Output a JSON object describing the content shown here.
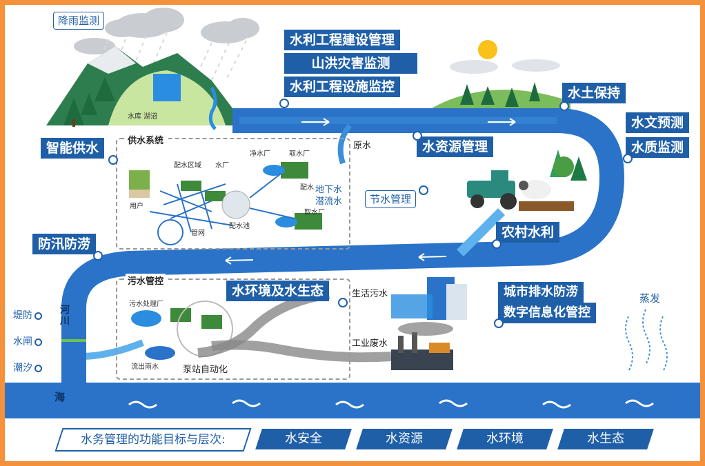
{
  "rain_monitor": "降雨监测",
  "reservoir": "水库 湖沼",
  "tags_top": [
    "水利工程建设管理",
    "山洪灾害监测",
    "水利工程设施监控"
  ],
  "soil": "水土保持",
  "hydro": "水文预测",
  "quality": "水质监测",
  "smart_supply": "智能供水",
  "water_resource": "水资源管理",
  "save_water": "节水管理",
  "rural": "农村水利",
  "flood": "防汛防涝",
  "eco": "水环境及水生态",
  "urban": [
    "城市排水防涝",
    "数字信息化管控"
  ],
  "evaporation": "蒸发",
  "raw_water": "原水",
  "groundwater": [
    "地下水",
    "潜流水"
  ],
  "supply_box": {
    "title": "供水系统",
    "labels": [
      "配水区域",
      "水厂",
      "净水厂",
      "取水厂",
      "配水",
      "用户",
      "管网",
      "配水池",
      "取水厂"
    ]
  },
  "sewage_box": {
    "title": "污水管控",
    "labels": [
      "污水处理厂",
      "流出雨水",
      "泵站自动化"
    ]
  },
  "domestic_sewage": "生活污水",
  "industrial_waste": "工业废水",
  "river": "河川",
  "sea": "海",
  "side_items": [
    "堤防",
    "水闸",
    "潮汐"
  ],
  "bottom": {
    "label": "水务管理的功能目标与层次:",
    "items": [
      "水安全",
      "水资源",
      "水环境",
      "水生态"
    ]
  },
  "colors": {
    "blue": "#1f5fa8",
    "light_blue": "#3d8fd9",
    "green": "#2e8b57",
    "border": "#f4913a"
  }
}
